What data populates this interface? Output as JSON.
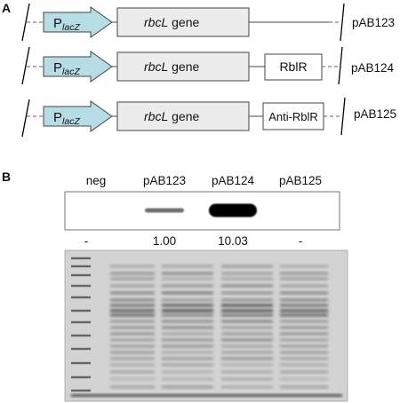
{
  "panel_a": {
    "label": "A",
    "promoter": {
      "main": "P",
      "sub": "lacZ"
    },
    "gene": {
      "italic": "rbcL",
      "suffix": " gene"
    },
    "constructs": [
      {
        "plasmid": "pAB123",
        "insert": ""
      },
      {
        "plasmid": "pAB124",
        "insert": "RblR"
      },
      {
        "plasmid": "pAB125",
        "insert": "Anti-RblR"
      }
    ]
  },
  "panel_b": {
    "label": "B",
    "lanes": [
      "neg",
      "pAB123",
      "pAB124",
      "pAB125"
    ],
    "quantification": [
      "-",
      "1.00",
      "10.03",
      "-"
    ],
    "band_intensity": [
      0,
      1.0,
      10.03,
      0
    ]
  },
  "colors": {
    "promoter_fill": "#b7dde4",
    "gene_fill": "#ececec",
    "backbone_dash": "#5a5aa0",
    "gel_background": "#d3d3d3",
    "gel_band": "#4a4a4a"
  }
}
